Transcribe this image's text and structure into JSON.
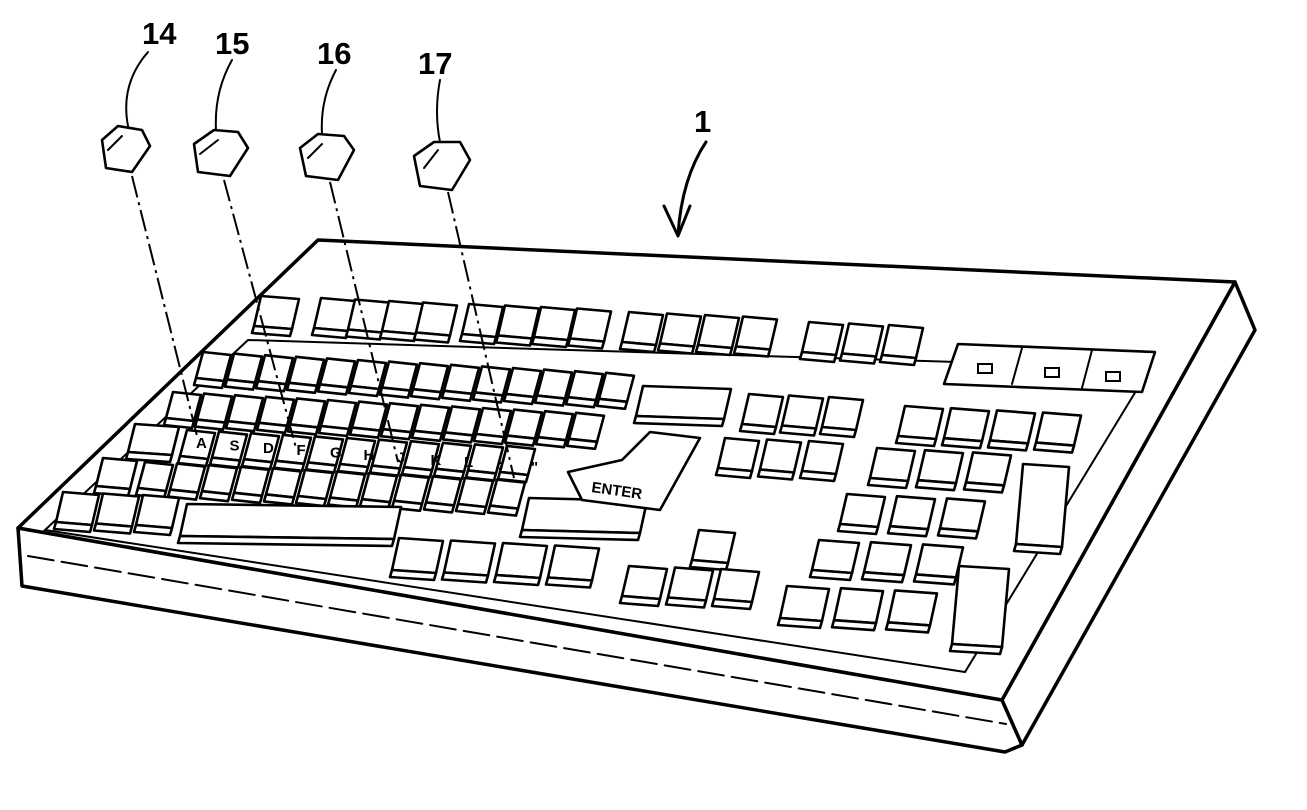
{
  "figure": {
    "reference_numerals": {
      "keyboard": "1",
      "keycap_a": "14",
      "keycap_b": "15",
      "keycap_c": "16",
      "keycap_d": "17"
    },
    "home_row_legends": [
      "A",
      "S",
      "D",
      "F",
      "G",
      "H",
      "J",
      "K",
      "L",
      ";",
      "\""
    ],
    "enter_label": "ENTER"
  }
}
